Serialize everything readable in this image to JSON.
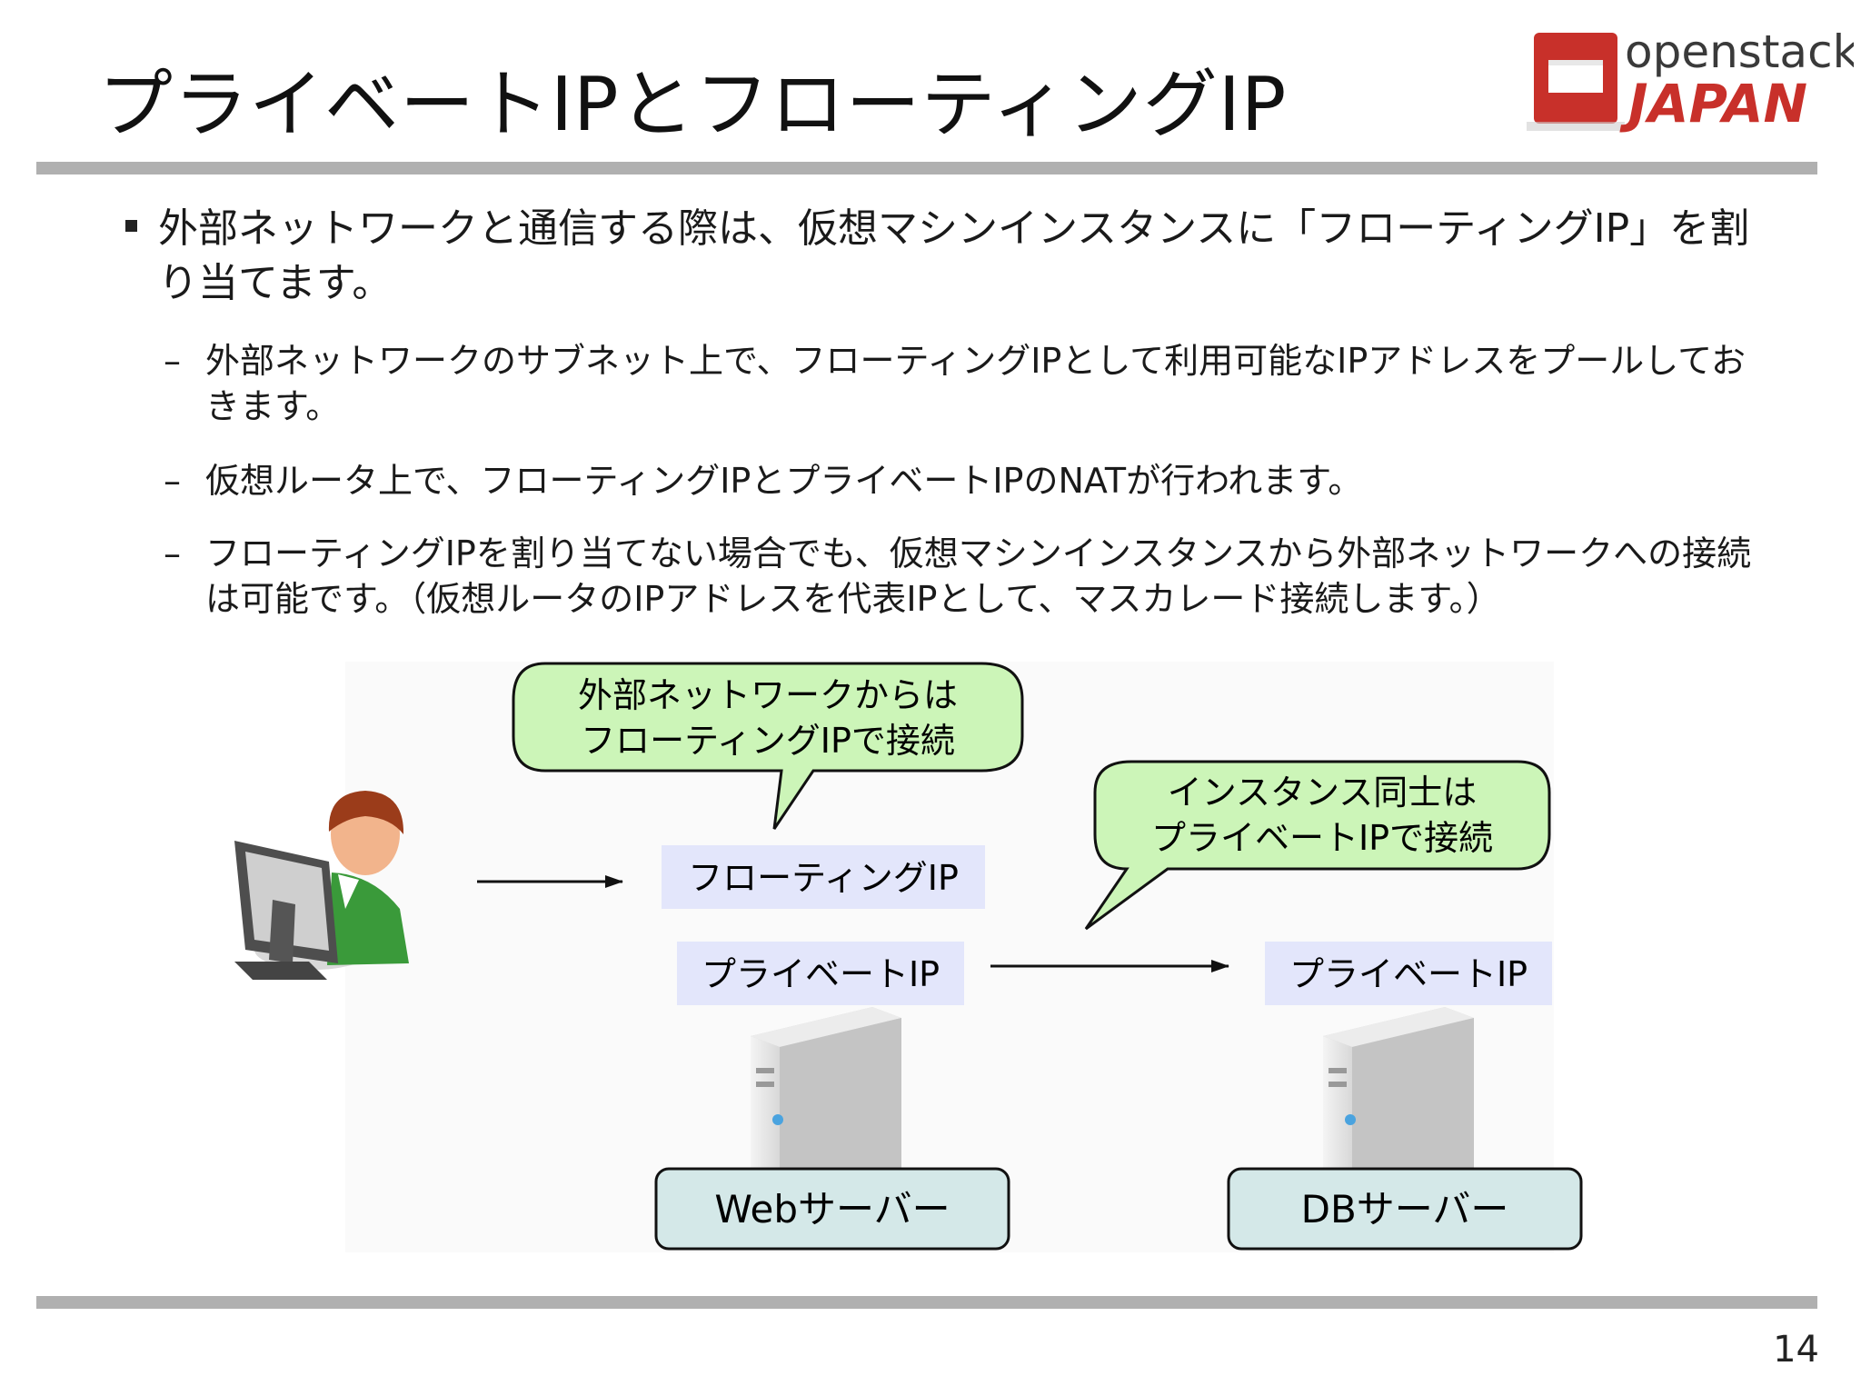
{
  "slide": {
    "title": "プライベートIPとフローティングIP",
    "page_number": "14"
  },
  "logo": {
    "line1": "openstack",
    "line2": "JAPAN"
  },
  "bullets": {
    "main": "外部ネットワークと通信する際は、仮想マシンインスタンスに「フローティングIP」を割り当てます。",
    "subs": [
      "外部ネットワークのサブネット上で、フローティングIPとして利用可能なIPアドレスをプールしておきます。",
      "仮想ルータ上で、フローティングIPとプライベートIPのNATが行われます。",
      "フローティングIPを割り当てない場合でも、仮想マシンインスタンスから外部ネットワークへの接続は可能です。（仮想ルータのIPアドレスを代表IPとして、マスカレード接続します。）"
    ]
  },
  "diagram": {
    "callout_external": [
      "外部ネットワークからは",
      "フローティングIPで接続"
    ],
    "callout_instances": [
      "インスタンス同士は",
      "プライベートIPで接続"
    ],
    "floating_ip_label": "フローティングIP",
    "web_private_ip_label": "プライベートIP",
    "db_private_ip_label": "プライベートIP",
    "web_server_label": "Webサーバー",
    "db_server_label": "DBサーバー"
  },
  "colors": {
    "callout_fill": "#ccf5b8",
    "ip_label_fill": "#e3e6fb",
    "server_label_fill": "#d4e8e8",
    "logo_red": "#c8302a",
    "rule_gray": "#b0b0b0"
  }
}
